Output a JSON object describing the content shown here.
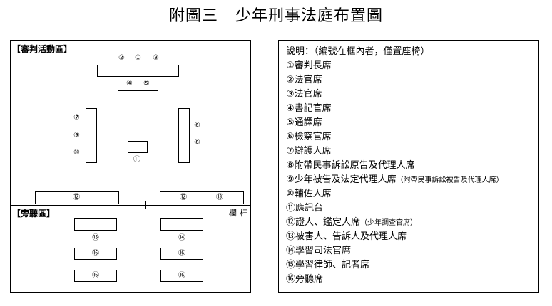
{
  "title": {
    "part1": "附圖三",
    "part2": "少年刑事法庭布置圖"
  },
  "court": {
    "trial_section": "【審判活動區】",
    "gallery_section": "【旁聽區】",
    "railing": "欄杆",
    "labels": {
      "judges_2": "②",
      "judges_1": "①",
      "judges_3": "③",
      "clerk_4": "④",
      "clerk_5": "⑤",
      "left_7": "⑦",
      "left_9": "⑨",
      "left_10": "⑩",
      "right_6": "⑥",
      "right_8": "⑧",
      "stand_11": "⑪",
      "witness_12_left": "⑫",
      "witness_12_right": "⑫",
      "victim_13": "⑬",
      "press_15": "⑮",
      "judicial_14": "⑭",
      "gallery_16_a": "⑯",
      "gallery_16_b": "⑯",
      "gallery_16_c": "⑯",
      "gallery_16_d": "⑯"
    }
  },
  "legend": {
    "header": "說明：（編號在框內者，僅置座椅）",
    "items": [
      {
        "text": "①審判長席",
        "note": ""
      },
      {
        "text": "②法官席",
        "note": ""
      },
      {
        "text": "③法官席",
        "note": ""
      },
      {
        "text": "④書記官席",
        "note": ""
      },
      {
        "text": "⑤通譯席",
        "note": ""
      },
      {
        "text": "⑥檢察官席",
        "note": ""
      },
      {
        "text": "⑦辯護人席",
        "note": ""
      },
      {
        "text": "⑧附帶民事訴訟原告及代理人席",
        "note": ""
      },
      {
        "text": "⑨少年被告及法定代理人席",
        "note": "（附帶民事訴訟被告及代理人席）"
      },
      {
        "text": "⑩輔佐人席",
        "note": ""
      },
      {
        "text": "⑪應訊台",
        "note": ""
      },
      {
        "text": "⑫證人、鑑定人席",
        "note": "（少年調查官席）"
      },
      {
        "text": "⑬被害人、告訴人及代理人席",
        "note": ""
      },
      {
        "text": "⑭學習司法官席",
        "note": ""
      },
      {
        "text": "⑮學習律師、記者席",
        "note": ""
      },
      {
        "text": "⑯旁聽席",
        "note": ""
      }
    ]
  }
}
